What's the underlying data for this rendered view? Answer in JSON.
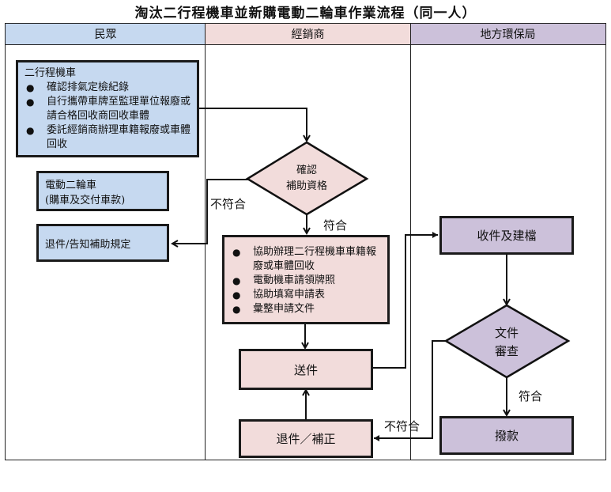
{
  "title": "淘汰二行程機車並新購電動二輪車作業流程（同一人）",
  "lanes": [
    {
      "label": "民眾",
      "color": "#c6d9f0"
    },
    {
      "label": "經銷商",
      "color": "#f2dcdb"
    },
    {
      "label": "地方環保局",
      "color": "#ccc1da"
    }
  ],
  "citizen": {
    "two_stroke_box": {
      "heading": "二行程機車",
      "items": [
        "確認排氣定檢紀錄",
        "自行攜帶車牌至監理單位報廢或請合格回收商回收車體",
        "委託經銷商辦理車籍報廢或車體回收"
      ]
    },
    "electric_box": {
      "line1": "電動二輪車",
      "line2": "(購車及交付車款)"
    },
    "return_box": "退件/告知補助規定"
  },
  "dealer": {
    "decision": {
      "line1": "確認",
      "line2": "補助資格"
    },
    "not_ok_label": "不符合",
    "ok_label": "符合",
    "tasks_box": {
      "items": [
        "協助辦理二行程機車車籍報廢或車體回收",
        "電動機車請領牌照",
        "協助填寫申請表",
        "彙整申請文件"
      ]
    },
    "send_box": "送件",
    "return_fix_box": "退件／補正"
  },
  "epa": {
    "receive_box": "收件及建檔",
    "decision": {
      "line1": "文件",
      "line2": "審查"
    },
    "ok_label": "符合",
    "not_ok_label": "不符合",
    "pay_box": "撥款"
  }
}
